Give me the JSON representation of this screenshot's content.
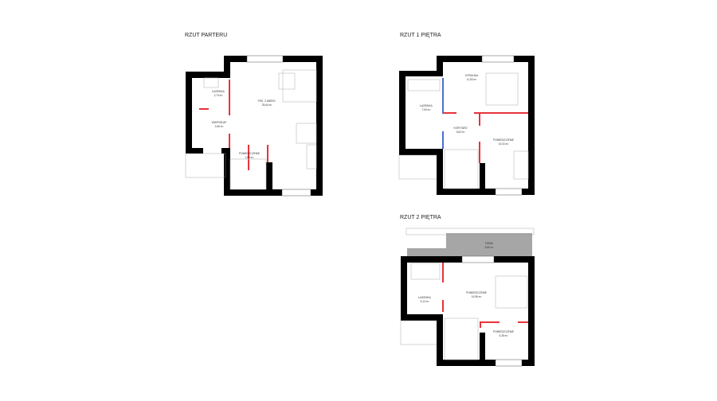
{
  "plans": [
    {
      "title": "RZUT PARTERU",
      "rooms": [
        {
          "name": "ŁAZIENKA",
          "area": "2,74 m²"
        },
        {
          "name": "POK. Z ANEKS.",
          "area": "25,64 m²"
        },
        {
          "name": "WIATROŁAP",
          "area": "2,65 m²"
        },
        {
          "name": "POMIESZCZENIE",
          "area": "1,65 m²"
        }
      ]
    },
    {
      "title": "RZUT 1 PIĘTRA",
      "rooms": [
        {
          "name": "SYPIALNIA",
          "area": "11,53 m²"
        },
        {
          "name": "ŁAZIENKA",
          "area": "7,63 m²"
        },
        {
          "name": "KORYTARZ",
          "area": "3,62 m²"
        },
        {
          "name": "POMIESZCZENIE",
          "area": "10,03 m²"
        }
      ]
    },
    {
      "title": "RZUT 2 PIĘTRA",
      "rooms": [
        {
          "name": "POMIESZCZENIE",
          "area": "14,98 m²"
        },
        {
          "name": "ŁAZIENKA",
          "area": "5,12 m²"
        },
        {
          "name": "POMIESZCZENIE",
          "area": "4,28 m²"
        },
        {
          "name": "TARAS",
          "area": "6,80 m²"
        }
      ]
    }
  ],
  "colors": {
    "wall": "#000000",
    "new_wall": "#e8333c",
    "demolish": "#4a6fd1",
    "terrace": "#a6a6a6"
  }
}
